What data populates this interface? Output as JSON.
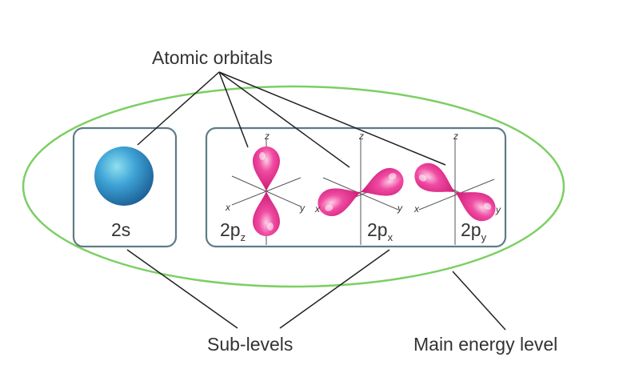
{
  "labels": {
    "atomic_orbitals": "Atomic orbitals",
    "sub_levels": "Sub-levels",
    "main_energy_level": "Main energy level"
  },
  "orbitals": {
    "s": {
      "label": "2s"
    },
    "pz": {
      "main": "2p",
      "sub": "z"
    },
    "px": {
      "main": "2p",
      "sub": "x"
    },
    "py": {
      "main": "2p",
      "sub": "y"
    }
  },
  "axes": {
    "x": "x",
    "y": "y",
    "z": "z"
  },
  "colors": {
    "ellipse": "#7ccf63",
    "box": "#5e7b87",
    "lobe": "#e8328f",
    "sphere": "#2b8fc7",
    "leader": "#222222"
  }
}
